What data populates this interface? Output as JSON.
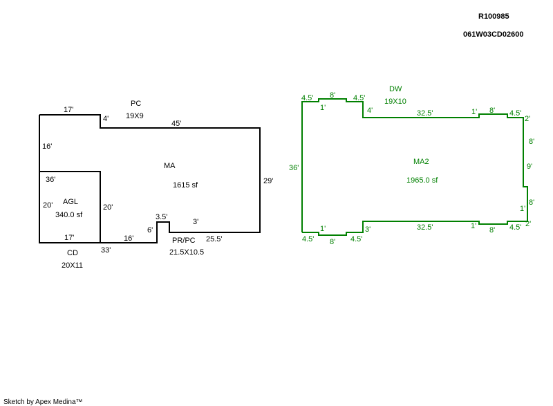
{
  "header": {
    "parcel_id": "R100985",
    "account_no": "061W03CD02600"
  },
  "footer": {
    "credit": "Sketch by Apex Medina™"
  },
  "colors": {
    "black": "#000000",
    "green": "#008000"
  },
  "sketch_left": {
    "area_labels": {
      "pc_name": "PC",
      "pc_dims": "19X9",
      "ma_name": "MA",
      "ma_area": "1615 sf",
      "agl_name": "AGL",
      "agl_area": "340.0 sf",
      "cd_name": "CD",
      "cd_dims": "20X11",
      "prpc_name": "PR/PC",
      "prpc_dims": "21.5X10.5"
    },
    "dims": {
      "top_left": "17'",
      "step_4": "4'",
      "top_right": "45'",
      "left_16": "16'",
      "right_29": "29'",
      "agl_36": "36'",
      "agl_left_20": "20'",
      "agl_right_20": "20'",
      "bottom_17": "17'",
      "bottom_33": "33'",
      "bottom_16": "16'",
      "notch_6": "6'",
      "notch_35": "3.5'",
      "notch_3": "3'",
      "bottom_255": "25.5'"
    }
  },
  "sketch_right": {
    "area_labels": {
      "dw_name": "DW",
      "dw_dims": "19X10",
      "ma2_name": "MA2",
      "ma2_area": "1965.0 sf"
    },
    "dims": {
      "top_45a": "4.5'",
      "top_1a": "1'",
      "top_8a": "8'",
      "top_45b": "4.5'",
      "top_4": "4'",
      "top_325": "32.5'",
      "top_1b": "1'",
      "top_8b": "8'",
      "top_45c": "4.5'",
      "right_2a": "2'",
      "right_8a": "8'",
      "right_9": "9'",
      "right_8b": "8'",
      "right_1": "1'",
      "right_2b": "2'",
      "left_36": "36'",
      "bot_45a": "4.5'",
      "bot_1a": "1'",
      "bot_8a": "8'",
      "bot_45b": "4.5'",
      "bot_3": "3'",
      "bot_325": "32.5'",
      "bot_1b": "1'",
      "bot_8b": "8'",
      "bot_45c": "4.5'"
    }
  }
}
